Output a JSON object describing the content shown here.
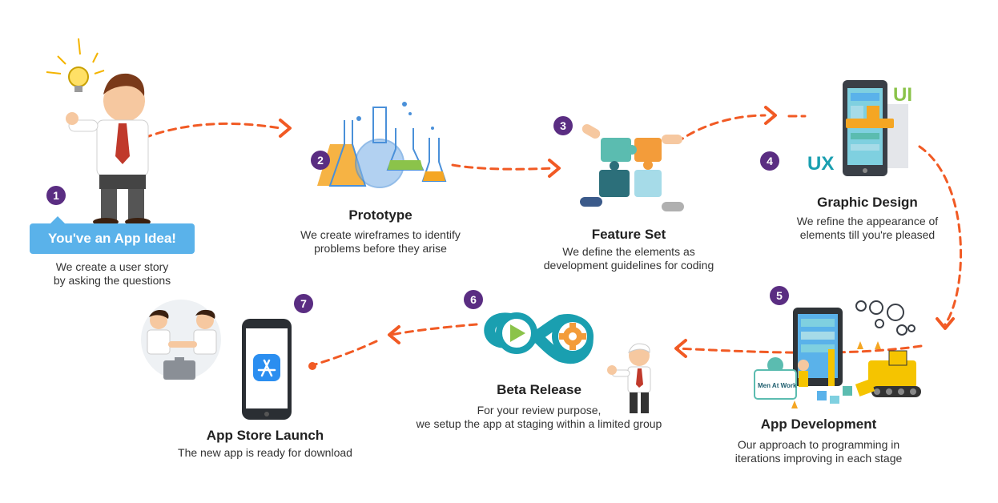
{
  "steps": [
    {
      "num": "1",
      "title": "You've an App Idea!",
      "desc_lines": [
        "We create a user story",
        "by asking the questions"
      ]
    },
    {
      "num": "2",
      "title": "Prototype",
      "desc_lines": [
        "We create wireframes to identify",
        "problems before they arise"
      ]
    },
    {
      "num": "3",
      "title": "Feature Set",
      "desc_lines": [
        "We define the elements as",
        "development guidelines for coding"
      ]
    },
    {
      "num": "4",
      "title": "Graphic Design",
      "desc_lines": [
        "We refine the appearance of",
        "elements till you're pleased"
      ]
    },
    {
      "num": "5",
      "title": "App Development",
      "desc_lines": [
        "Our approach to programming in",
        "iterations improving in each stage"
      ]
    },
    {
      "num": "6",
      "title": "Beta Release",
      "desc_lines": [
        "For your review purpose,",
        "we setup the app at staging within a limited group"
      ]
    },
    {
      "num": "7",
      "title": "App Store Launch",
      "desc_lines": [
        "The new app is ready for download"
      ]
    }
  ],
  "illustration_labels": {
    "ui": "UI",
    "ux": "UX",
    "men_at_work": "Men At Work"
  },
  "colors": {
    "step_badge": "#5a2d82",
    "connector": "#f15a24",
    "bubble": "#5ab2ea"
  },
  "icons": [
    "lightbulb-icon",
    "flask-icon",
    "puzzle-icon",
    "tablet-icon",
    "gear-icon",
    "infinity-play-icon",
    "app-store-icon",
    "handshake-icon"
  ]
}
